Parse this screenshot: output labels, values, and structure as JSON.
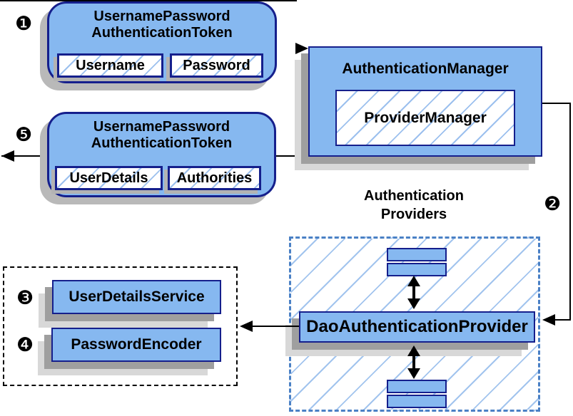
{
  "steps": {
    "one": "❶",
    "two": "❷",
    "three": "❸",
    "four": "❹",
    "five": "❺"
  },
  "request_token": {
    "title_line1": "UsernamePassword",
    "title_line2": "AuthenticationToken",
    "fields": [
      "Username",
      "Password"
    ]
  },
  "authentication_manager": {
    "title": "AuthenticationManager",
    "inner": "ProviderManager"
  },
  "response_token": {
    "title_line1": "UsernamePassword",
    "title_line2": "AuthenticationToken",
    "fields": [
      "UserDetails",
      "Authorities"
    ]
  },
  "providers": {
    "label_line1": "Authentication",
    "label_line2": "Providers",
    "dao_provider": "DaoAuthenticationProvider"
  },
  "services": {
    "user_details_service": "UserDetailsService",
    "password_encoder": "PasswordEncoder"
  },
  "colors": {
    "box_fill": "#86b8f0",
    "box_border": "#151f8c",
    "hatch_line": "#9cc0ee",
    "dashed_provider_border": "#4a80c5",
    "shadow_dark": "#9f9f9f",
    "shadow_light": "#d8d8d8"
  }
}
